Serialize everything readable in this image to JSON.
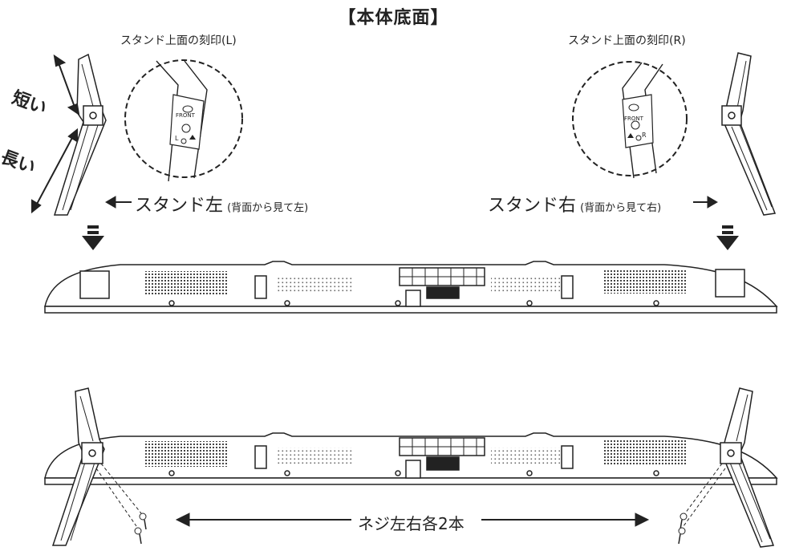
{
  "title": "【本体底面】",
  "mark_left": "スタンド上面の刻印(L)",
  "mark_right": "スタンド上面の刻印(R)",
  "short_label": "短い",
  "long_label": "長い",
  "stand_left_main": "スタンド左",
  "stand_left_sub": "(背面から見て左)",
  "stand_right_main": "スタンド右",
  "stand_right_sub": "(背面から見て右)",
  "front_text": "FRONT",
  "letter_left": "L",
  "letter_right": "R",
  "screws_label": "ネジ左右各2本"
}
